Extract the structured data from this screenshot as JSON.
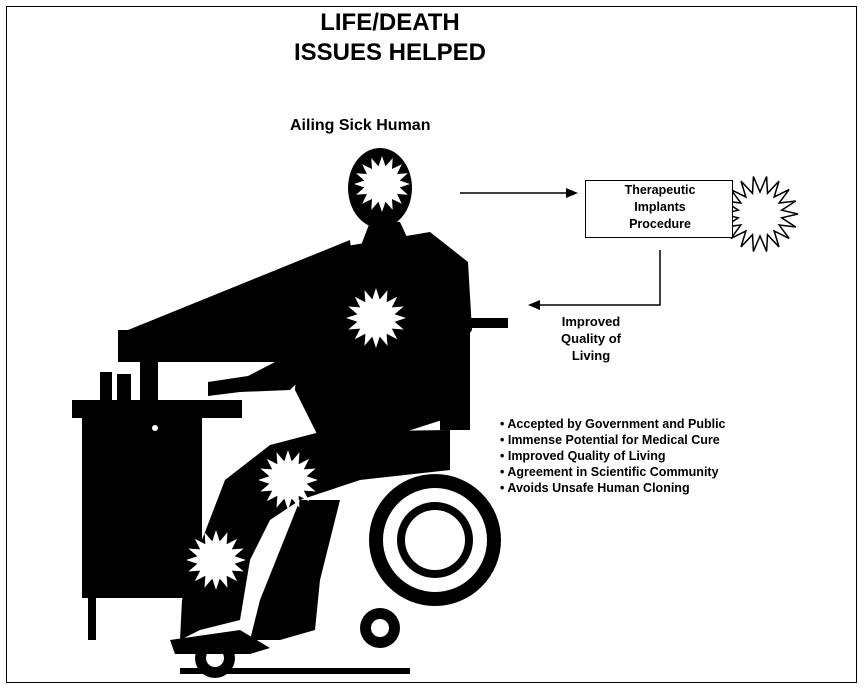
{
  "title": {
    "line1": "LIFE/DEATH",
    "line2": "ISSUES HELPED"
  },
  "figure_label": "Ailing Sick Human",
  "procedure": {
    "line1": "Therapeutic",
    "line2": "Implants",
    "line3": "Procedure"
  },
  "outcome": {
    "line1": "Improved",
    "line2": "Quality of",
    "line3": "Living"
  },
  "benefits": [
    "• Accepted by Government and Public",
    "• Immense Potential for Medical Cure",
    "• Improved Quality of Living",
    "• Agreement in Scientific Community",
    "• Avoids Unsafe Human Cloning"
  ],
  "icons": [
    "starburst-icon",
    "wheelchair-silhouette"
  ],
  "colors": {
    "ink": "#000000",
    "paper": "#ffffff"
  }
}
